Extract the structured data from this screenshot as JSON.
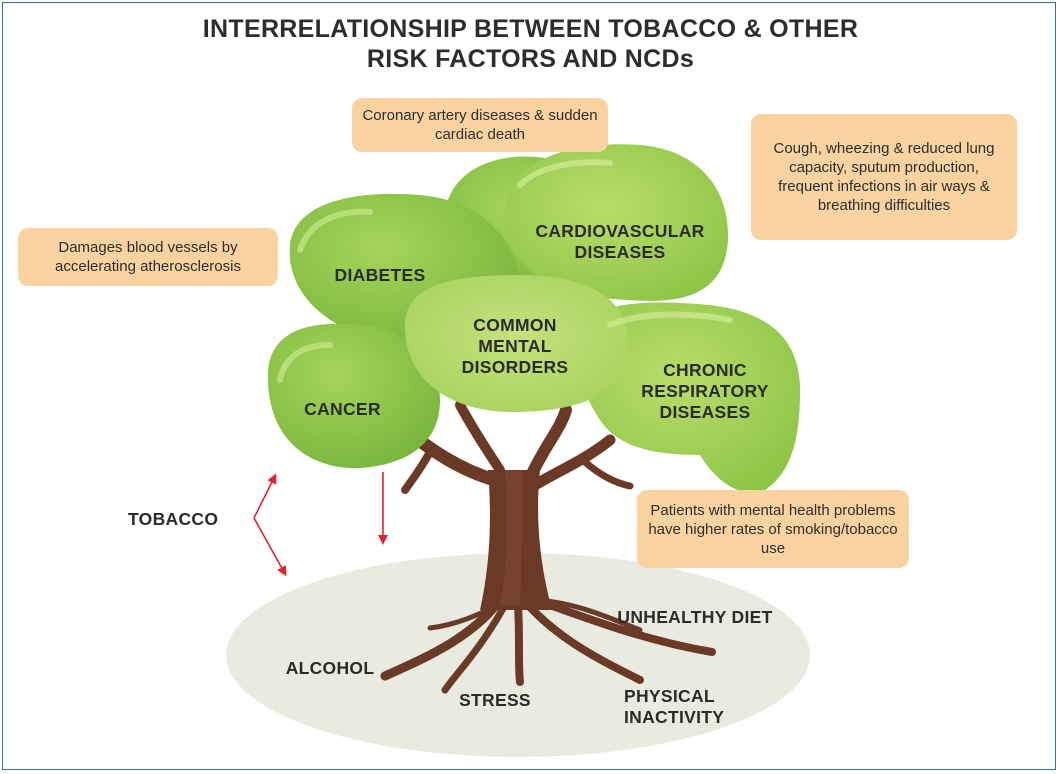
{
  "title": {
    "line1": "INTERRELATIONSHIP BETWEEN TOBACCO & OTHER",
    "line2": "RISK FACTORS AND NCDs"
  },
  "callouts": {
    "coronary": "Coronary artery diseases & sudden cardiac death",
    "cough": "Cough,  wheezing & reduced lung capacity, sputum production, frequent infections in air ways & breathing difficulties",
    "vessels": "Damages blood vessels by accelerating atherosclerosis",
    "mental": "Patients with mental health problems have higher rates of smoking/tobacco use"
  },
  "diseases": {
    "diabetes": "DIABETES",
    "cardio_line1": "CARDIOVASCULAR",
    "cardio_line2": "DISEASES",
    "mental_line1": "COMMON",
    "mental_line2": "MENTAL",
    "mental_line3": "DISORDERS",
    "respiratory_line1": "CHRONIC",
    "respiratory_line2": "RESPIRATORY",
    "respiratory_line3": "DISEASES",
    "cancer": "CANCER"
  },
  "risk_factors": {
    "tobacco": "TOBACCO",
    "alcohol": "ALCOHOL",
    "stress": "STRESS",
    "diet": "UNHEALTHY DIET",
    "inactivity_line1": "PHYSICAL",
    "inactivity_line2": "INACTIVITY"
  },
  "colors": {
    "callout_fill": "#fbd3a1",
    "arrow_red": "#e3232b",
    "trunk_brown": "#6b3a26",
    "leaf_green": "#8cc63f",
    "leaf_dark": "#6fae3a",
    "ground": "#e9ebe1",
    "frame_border": "#3b6ea0"
  }
}
